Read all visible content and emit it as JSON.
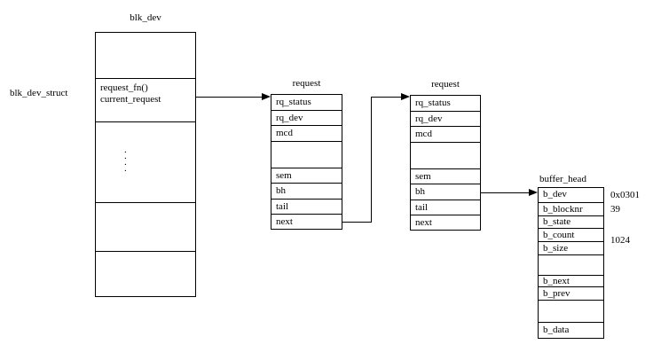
{
  "colors": {
    "background": "#ffffff",
    "line": "#000000",
    "text": "#000000"
  },
  "labels": {
    "struct": "blk_dev_struct"
  },
  "blk_dev": {
    "title": "blk_dev",
    "fields": [
      "request_fn()",
      "current_request"
    ],
    "dots": [
      ".",
      ".",
      ".",
      "."
    ]
  },
  "request1": {
    "title": "request",
    "rows": [
      "rq_status",
      "rq_dev",
      "mcd",
      "",
      "sem",
      "bh",
      "tail",
      "next"
    ]
  },
  "request2": {
    "title": "request",
    "rows": [
      "rq_status",
      "rq_dev",
      "mcd",
      "",
      "sem",
      "bh",
      "tail",
      "next"
    ]
  },
  "buffer_head": {
    "title": "buffer_head",
    "rows": [
      "b_dev",
      "b_blocknr",
      "b_state",
      "b_count",
      "b_size",
      "",
      "b_next",
      "b_prev",
      "",
      "b_data"
    ],
    "annotations": [
      "0x0301",
      "39",
      "1024"
    ]
  }
}
